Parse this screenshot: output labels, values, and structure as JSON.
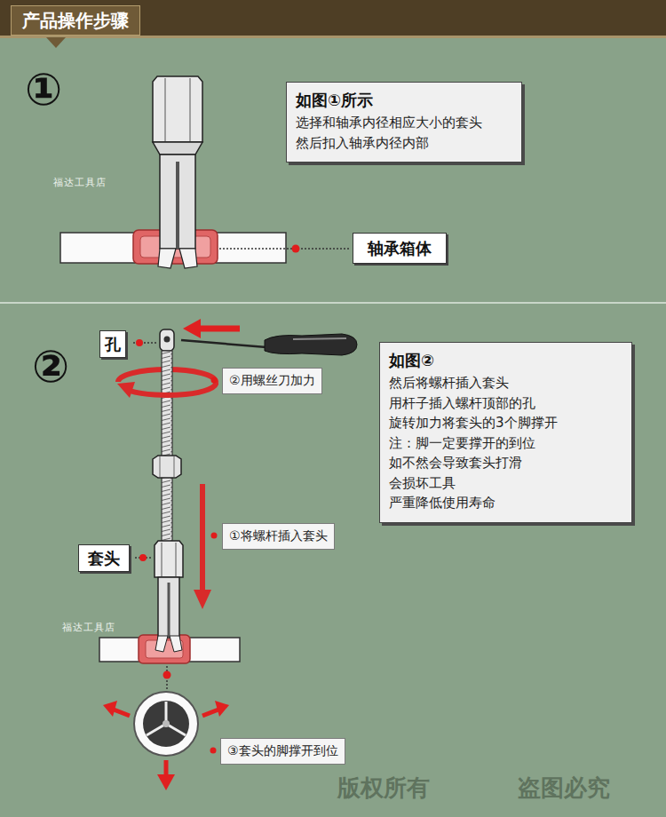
{
  "diagram": {
    "title": "产品操作步骤",
    "nodes": [
      {
        "text": [
          "如图①所示",
          "选择和轴承内径相应大小的套头 然后扣入轴承内径内部"
        ]
      },
      {
        "text": [
          "轴承箱体"
        ]
      },
      {
        "text": [
          "孔"
        ]
      },
      {
        "text": [
          "②用螺丝刀加力"
        ]
      },
      {
        "text": [
          "如图②",
          "然后将螺杆插入套头 用杆子插入螺杆顶部的孔 旋转加力将套头的3个脚撑开 注：脚一定要撑开的到位 如不然会导致套头打滑 会损坏工具 严重降低使用寿命"
        ]
      },
      {
        "text": [
          "①将螺杆插入套头"
        ]
      },
      {
        "text": [
          "套头"
        ]
      },
      {
        "text": [
          "③套头的脚撑开到位"
        ]
      }
    ],
    "labels": [
      "①",
      "福达工具店",
      "②",
      "福达工具店",
      "版权所有",
      "盗图必究"
    ]
  }
}
